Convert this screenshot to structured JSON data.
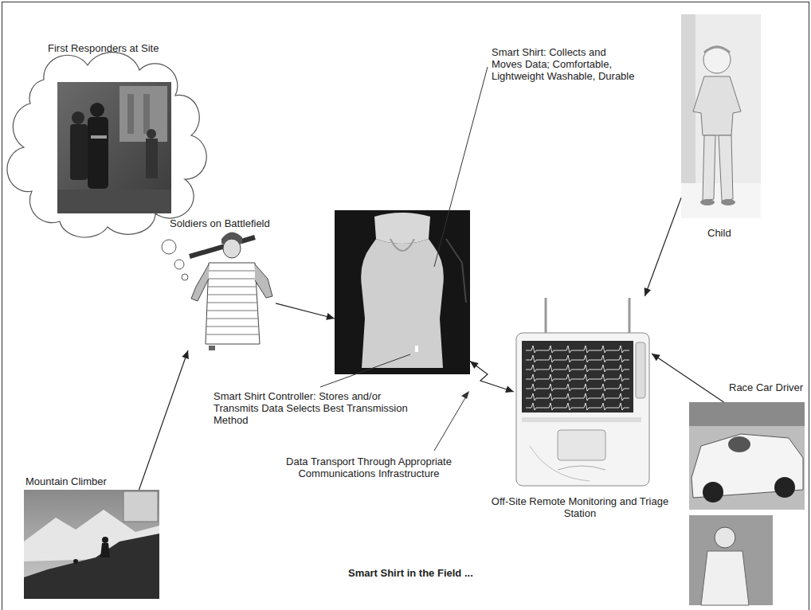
{
  "diagram": {
    "caption": "Smart Shirt in the Field ...",
    "nodes": [
      {
        "text": [
          "First Responders at Site"
        ]
      },
      {
        "text": [
          "Soldiers on Battlefield"
        ]
      },
      {
        "text": [
          "Smart Shirt: Collects and Moves Data; Comfortable, Lightweight Washable, Durable"
        ]
      },
      {
        "text": [
          "Child"
        ]
      },
      {
        "text": [
          "Off-Site Remote Monitoring and Triage Station"
        ]
      },
      {
        "text": [
          "Race Car Driver"
        ]
      },
      {
        "text": [
          "Mountain Climber"
        ]
      }
    ],
    "edges": [
      {
        "from": 6,
        "to": 1,
        "arrow": "to"
      },
      {
        "from": 1,
        "to": 2,
        "arrow": "to"
      },
      {
        "from": 2,
        "to": 4,
        "arrow": "both"
      },
      {
        "from": 3,
        "to": 4,
        "arrow": "to"
      },
      {
        "from": 5,
        "to": 4,
        "arrow": "to"
      }
    ],
    "labels": [
      "Smart Shirt Controller: Stores and/or Transmits Data Selects Best Transmission Method",
      "Data Transport Through Appropriate Communications Infrastructure"
    ]
  }
}
